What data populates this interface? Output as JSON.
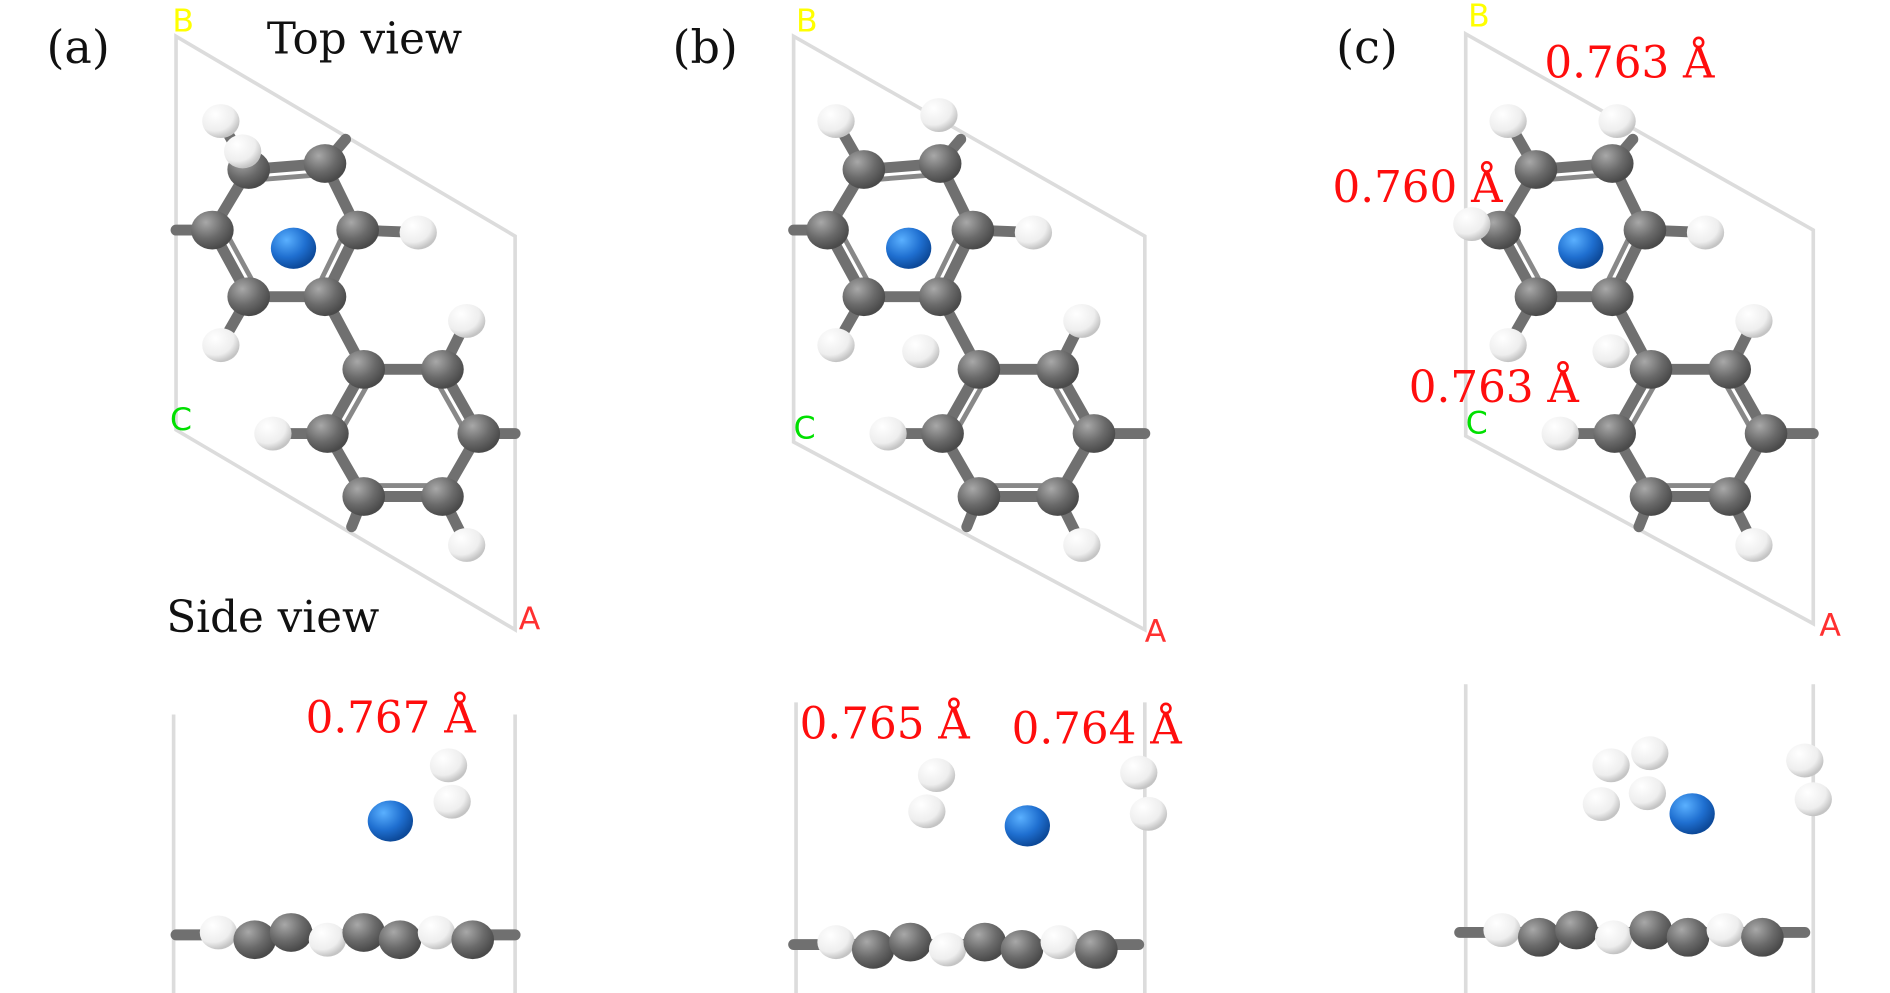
{
  "panels": [
    {
      "label": "(a)",
      "top_title": "Top view",
      "side_title": "Side view",
      "distances": [
        "0.767 Å"
      ]
    },
    {
      "label": "(b)",
      "distances": [
        "0.765 Å",
        "0.764 Å"
      ]
    },
    {
      "label": "(c)",
      "distances": [
        "0.763 Å",
        "0.760 Å",
        "0.763 Å"
      ]
    }
  ],
  "axes": {
    "a": "A",
    "b": "B",
    "c": "C"
  },
  "colors": {
    "carbon": "#6e6e6e",
    "hydrogen": "#f2f2f2",
    "metal": "#1f6fd0",
    "distance": "#ff0d0d",
    "axis_a": "#ff3030",
    "axis_b": "#ffff00",
    "axis_c": "#00e000",
    "cell": "#d8d8d8"
  }
}
